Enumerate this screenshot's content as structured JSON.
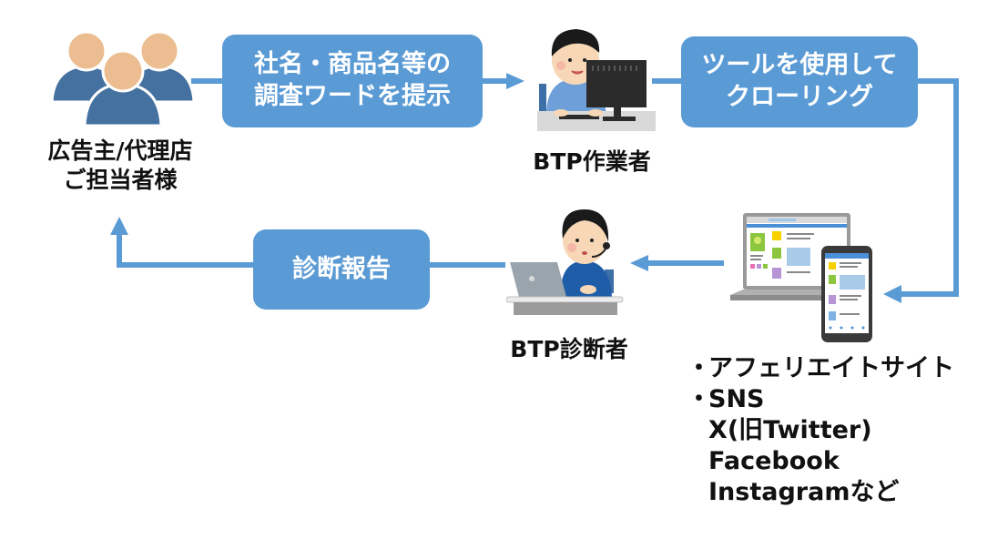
{
  "diagram": {
    "title": "Crawling diagnosis workflow",
    "colors": {
      "box_fill": "#5b9bd5",
      "arrow": "#5b9bd5",
      "person_body": "#44719f",
      "person_head": "#ebbd91",
      "text": "#111111"
    },
    "actors": {
      "client": {
        "icon": "people-group-icon",
        "label_line1": "広告主/代理店",
        "label_line2": "ご担当者様"
      },
      "worker": {
        "icon": "worker-at-desktop-icon",
        "label": "BTP作業者"
      },
      "diagnostician": {
        "icon": "diagnostician-with-headset-icon",
        "label": "BTP診断者"
      },
      "devices": {
        "icon": "laptop-and-smartphone-icon"
      }
    },
    "steps": [
      {
        "id": "present-keywords",
        "line1": "社名・商品名等の",
        "line2": "調査ワードを提示"
      },
      {
        "id": "crawl-with-tool",
        "line1": "ツールを使用して",
        "line2": "クローリング"
      },
      {
        "id": "diagnosis-report",
        "line1": "診断報告"
      }
    ],
    "targets": {
      "items": [
        {
          "bullet": "・",
          "text": "アフェリエイトサイト"
        },
        {
          "bullet": "・",
          "text": "SNS"
        },
        {
          "bullet": "",
          "text": "X(旧Twitter)"
        },
        {
          "bullet": "",
          "text": "Facebook"
        },
        {
          "bullet": "",
          "text": "Instagramなど"
        }
      ]
    }
  }
}
